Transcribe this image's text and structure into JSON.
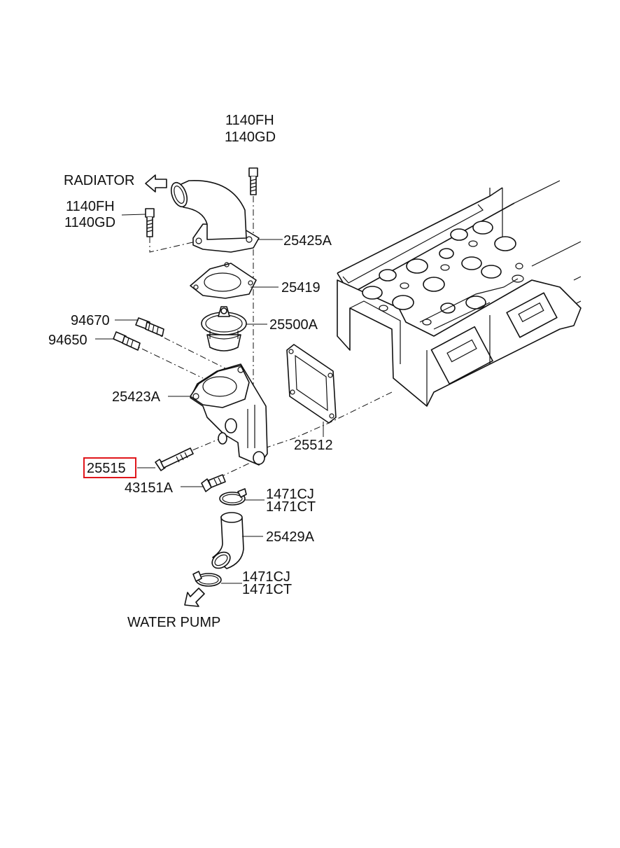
{
  "labels": {
    "bolt_top_1": "1140FH",
    "bolt_top_2": "1140GD",
    "radiator": "RADIATOR",
    "bolt_left_1": "1140FH",
    "bolt_left_2": "1140GD",
    "outlet": "25425A",
    "gasket_top": "25419",
    "thermostat": "25500A",
    "sensor_1": "94670",
    "sensor_2": "94650",
    "housing": "25423A",
    "gasket_plate": "25512",
    "bolt_long": "25515",
    "bolt_short": "43151A",
    "clamp_upper_1": "1471CJ",
    "clamp_upper_2": "1471CT",
    "hose": "25429A",
    "clamp_lower_1": "1471CJ",
    "clamp_lower_2": "1471CT",
    "water_pump": "WATER PUMP"
  },
  "highlight": {
    "part": "25515",
    "color": "#e0161b"
  }
}
